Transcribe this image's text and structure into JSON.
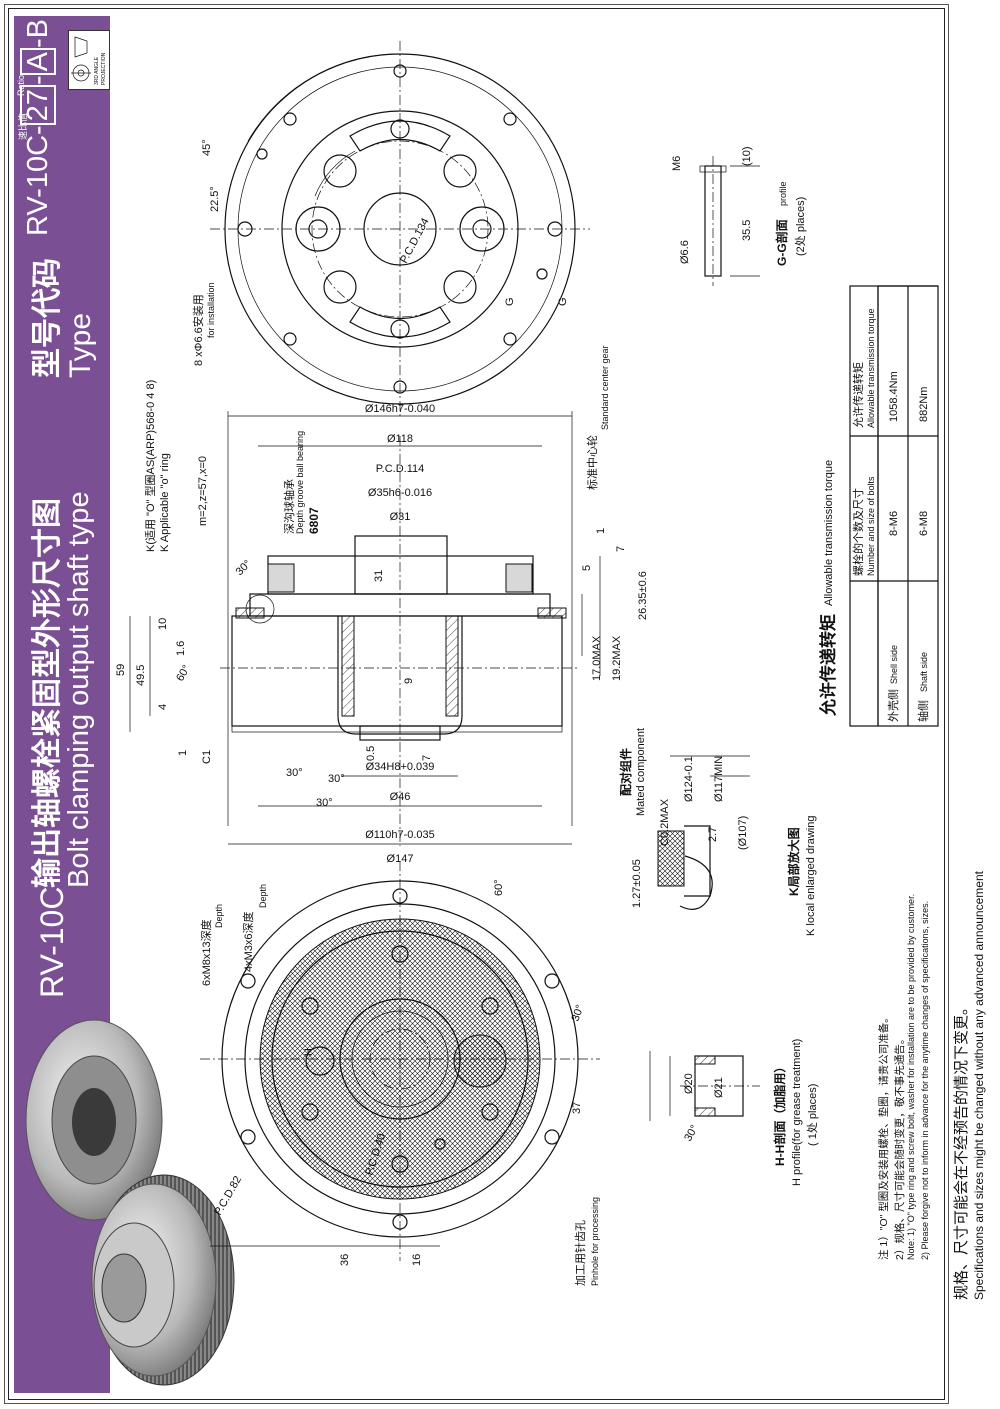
{
  "header": {
    "model_short": "RV-10C",
    "title_cn": "输出轴螺栓紧固型外形尺寸图",
    "title_en": "Bolt clamping output shaft type",
    "type_cn": "型号代码",
    "type_en": "Type",
    "ratio_cn": "速比值",
    "ratio_en": "Ratio",
    "type_code_prefix": "RV-10C-",
    "type_code_ratio": "27",
    "type_code_a": "A",
    "type_code_suffix": "-B",
    "projection_label_1": "3RD ANGLE",
    "projection_label_2": "PROJECTION"
  },
  "front_view": {
    "bolt_holes": "6xM8x13深度",
    "bolt_holes_en": "Depth",
    "tap_holes": "4xM3x6深度",
    "tap_holes_en": "Depth",
    "angle_60": "60°",
    "angle_30": "30°",
    "dim_37": "37",
    "pcd_40": "P.C.D.40",
    "pcd_82": "P.C.D.82",
    "h_mark": "H",
    "dim_36": "36",
    "dim_16": "16",
    "pinhole_cn": "加工用针齿孔",
    "pinhole_en": "Pinhole for processing"
  },
  "side_view": {
    "d147": "Ø147",
    "d110": "Ø110h7-0.035",
    "d46": "Ø46",
    "d34": "Ø34H8+0.039",
    "a30a": "30°",
    "a30b": "30°",
    "a30c": "30°",
    "d_05": "0.5",
    "d_7a": "7",
    "d_9": "9",
    "d_31": "31",
    "d31": "Ø31",
    "d35": "Ø35h6-0.016",
    "pcd114": "P.C.D.114",
    "d118": "Ø118",
    "d146": "Ø146h7-0.040",
    "dim_59": "59",
    "dim_495": "49.5",
    "dim_10": "10",
    "dim_16": "1.6",
    "dim_4": "4",
    "dim_1": "1",
    "c1": "C1",
    "angle_60": "60°",
    "angle_30": "30°",
    "dim_17": "17.0MAX",
    "dim_192": "19.2MAX",
    "dim_2635": "26.35±0.6",
    "dim_5": "5",
    "dim_1b": "1",
    "dim_7b": "7",
    "bearing_cn": "深沟球轴承",
    "bearing_en": "Depth groove ball bearing",
    "bearing_no": "6807",
    "gear_param": "m=2,z=57,x=0",
    "oring_cn": "K(适用 \"O\" 型圈AS(ARP)568-0 4 8)",
    "oring_en": "K Applicable \"o\" ring",
    "center_gear_cn": "标准中心轮",
    "center_gear_en": "Standard center gear"
  },
  "rear_view": {
    "angle_45": "45°",
    "angle_225": "22.5°",
    "pcd134": "P.C.D.134",
    "install_cn": "8 xΦ6.6安装用",
    "install_en": "for installation",
    "g1": "G",
    "g2": "G"
  },
  "g_section": {
    "m6": "M6",
    "d10": "(10)",
    "d355": "35.5",
    "d66": "Ø6.6",
    "title_cn": "G-G剖面",
    "title_en": "profile",
    "places": "(2处 places)"
  },
  "k_detail": {
    "mated_cn": "配对组件",
    "mated_en": "Mated component",
    "d124": "Ø124-0.1",
    "d117": "Ø117MIN",
    "d107": "(Ø107)",
    "c02": "C0.2MAX",
    "d27": "2.7",
    "d127": "1.27±0.05",
    "title_cn": "K局部放大图",
    "title_en": "K local enlarged drawing"
  },
  "h_section": {
    "d20": "Ø20",
    "d21": "Ø21",
    "a30": "30°",
    "title_cn": "H-H剖面（加脂用）",
    "title_en": "H profile(for grease treatment)",
    "places": "( 1处 places)"
  },
  "torque_table": {
    "heading_cn": "允许传递转矩",
    "heading_en": "Allowable transmission torque",
    "col1_cn": "螺栓的个数及尺寸",
    "col1_en": "Number and size of bolts",
    "col2_cn": "允许传递转矩",
    "col2_en": "Allowable transmission torque",
    "rows": [
      {
        "side_cn": "外壳侧",
        "side_en": "Shell side",
        "bolts": "8-M6",
        "torque": "1058.4Nm"
      },
      {
        "side_cn": "轴侧",
        "side_en": "Shaft side",
        "bolts": "6-M8",
        "torque": "882Nm"
      }
    ]
  },
  "notes": {
    "n1_cn": "注 1）\"O\" 型圈及安装用螺栓、垫圈，请贵公司准备。",
    "n2_cn": "2）规格、尺寸可能会随时变更，敬不事先通告。",
    "n1_en": "Note: 1) \"O\" type ring and screw bolt, washer for installation are to be provided by customer.",
    "n2_en": "2) Please forgive not to inform in advance for the anytime changes of specifications, sizes."
  },
  "disclaimer": {
    "cn": "规格、尺寸可能会在不经预告的情况下变更。",
    "en": "Specifications and sizes might be changed without any advanced announcement"
  }
}
